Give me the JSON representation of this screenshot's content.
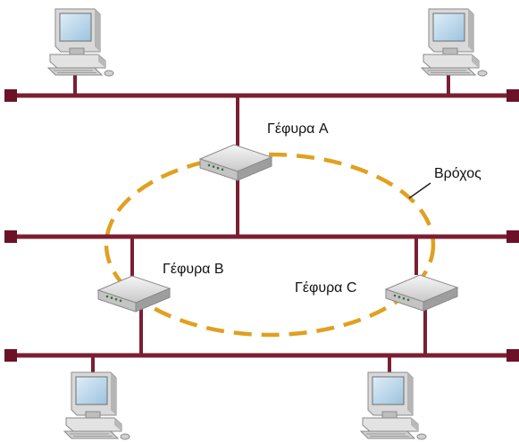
{
  "labels": {
    "bridge_a": "Γέφυρα A",
    "bridge_b": "Γέφυρα B",
    "bridge_c": "Γέφυρα C",
    "loop": "Βρόχος"
  },
  "colors": {
    "lan_line": "#7a1f33",
    "lan_terminator": "#6b1228",
    "loop": "#e0a020",
    "device_body": "#e8e8e8",
    "device_shadow": "#9a9a9a"
  },
  "icons": {
    "pc": "desktop-computer-icon",
    "bridge": "network-bridge-icon"
  }
}
